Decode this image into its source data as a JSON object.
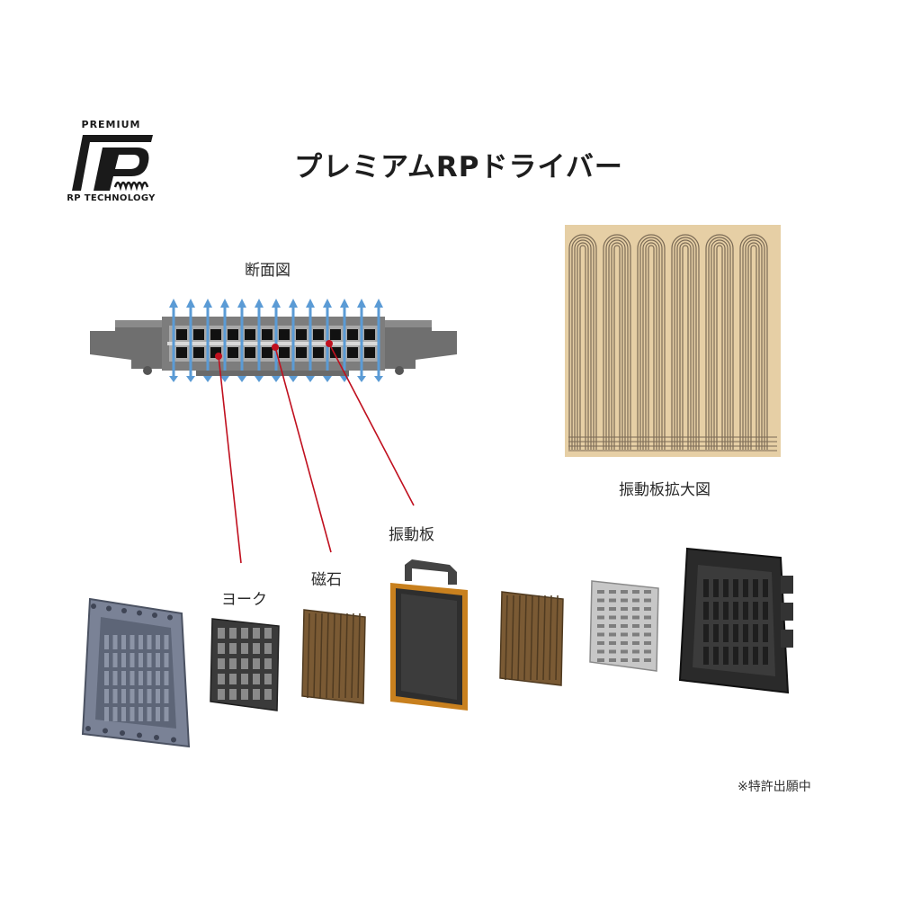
{
  "logo": {
    "top_text": "PREMIUM",
    "bottom_text": "RP TECHNOLOGY"
  },
  "title": "プレミアムRPドライバー",
  "labels": {
    "cross_section": "断面図",
    "diaphragm_zoom": "振動板拡大図",
    "diaphragm": "振動板",
    "magnet": "磁石",
    "yoke": "ヨーク"
  },
  "note": "※特許出願中",
  "colors": {
    "callout_line": "#c0101f",
    "airflow_arrow": "#5b9bd5",
    "diaphragm_frame": "#c8801e",
    "magnet": "#7a5a34"
  }
}
